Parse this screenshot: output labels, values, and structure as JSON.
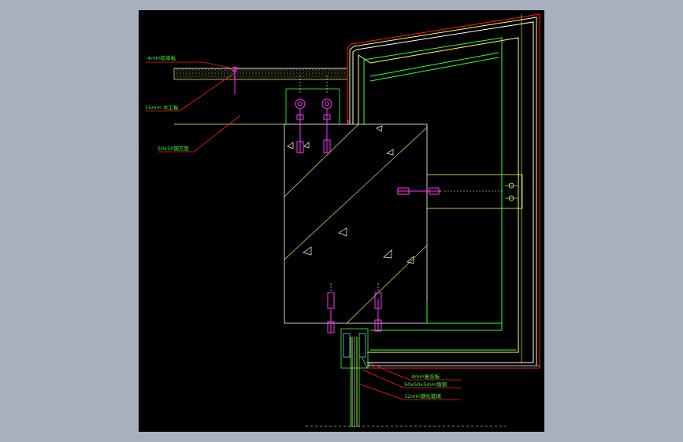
{
  "viewer": {
    "background": "#a8b0bf",
    "canvas_color": "#000000"
  },
  "annotations": {
    "aluminum_panel": "4mm铝单板",
    "wood_board": "15mm 木工板",
    "steel_tube": "50x50钢方管",
    "composite_panel": "4mm复合板",
    "aluminum_frame": "50x50x5mm角钢",
    "glass": "12mm钢化玻璃"
  },
  "colors": {
    "leader": "#ff1a1a",
    "outline": "#ffff66",
    "green": "#33ff33",
    "magenta": "#ff33ff",
    "white": "#ffffff",
    "cyan": "#66ccff",
    "label": "#33ff33"
  }
}
